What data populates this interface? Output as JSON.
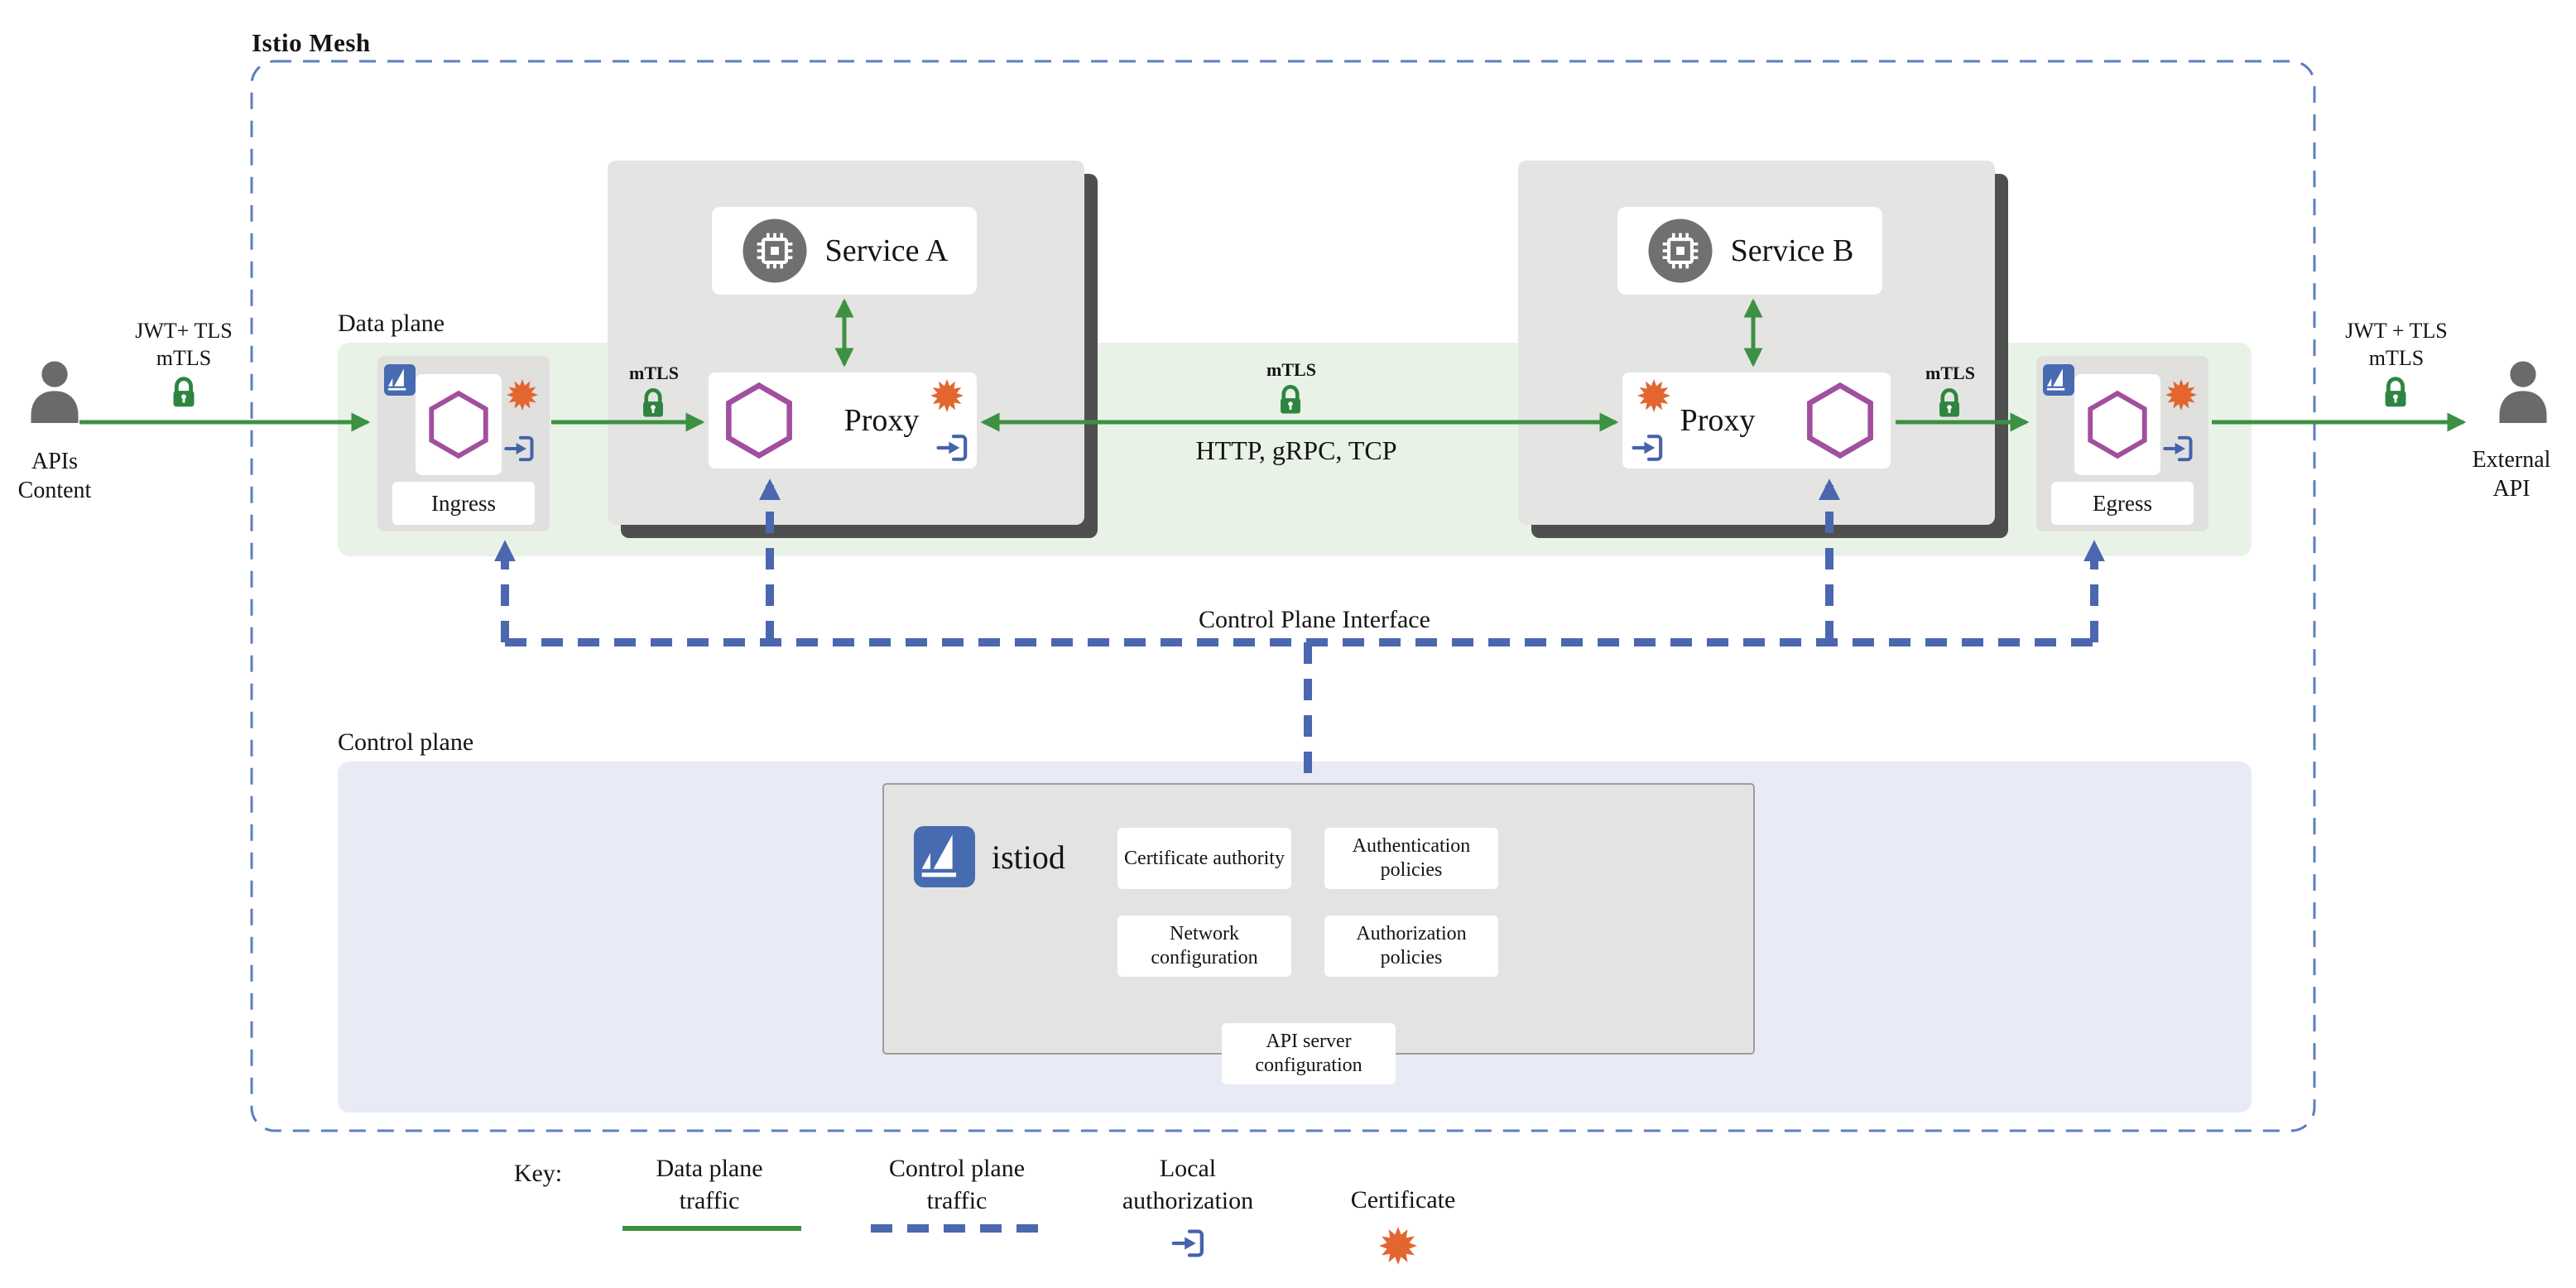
{
  "mesh": {
    "title": "Istio Mesh"
  },
  "planes": {
    "data": "Data plane",
    "control": "Control plane"
  },
  "actors": {
    "left": {
      "line1": "APIs",
      "line2": "Content",
      "jwt": "JWT+ TLS",
      "mtls": "mTLS"
    },
    "right": {
      "line1": "External",
      "line2": "API",
      "jwt": "JWT + TLS",
      "mtls": "mTLS"
    }
  },
  "gateways": {
    "ingress": "Ingress",
    "egress": "Egress"
  },
  "services": {
    "a": {
      "label": "Service A",
      "proxy": "Proxy",
      "mtls": "mTLS"
    },
    "b": {
      "label": "Service B",
      "proxy": "Proxy",
      "mtls": "mTLS"
    }
  },
  "link": {
    "mtls": "mTLS",
    "protocols": "HTTP, gRPC, TCP",
    "interface": "Control Plane Interface"
  },
  "istiod": {
    "label": "istiod",
    "cert_authority": "Certificate authority",
    "authn": "Authentication policies",
    "network": "Network configuration",
    "authz": "Authorization policies",
    "apiserver": "API server configuration"
  },
  "key": {
    "label": "Key:",
    "data_traffic": "Data plane traffic",
    "control_traffic": "Control plane traffic",
    "local_auth": "Local authorization",
    "certificate": "Certificate"
  },
  "icons": {
    "person": "person-icon",
    "lock": "mtls-lock-icon",
    "hexagon": "envoy-proxy-hexagon-icon",
    "chip": "service-chip-icon",
    "sail": "istio-sail-icon",
    "auth": "local-authorization-icon",
    "certificate": "certificate-icon"
  },
  "colors": {
    "traffic_green": "#3c9143",
    "control_blue": "#4a67b0",
    "mesh_border_blue": "#5c7fc2",
    "hexagon_purple": "#a14f9e",
    "certificate_orange": "#e2662e",
    "istio_blue": "#466bb0",
    "lock_green": "#2e8540",
    "data_band": "#e9f2e6",
    "control_band": "#e8ebf5"
  }
}
